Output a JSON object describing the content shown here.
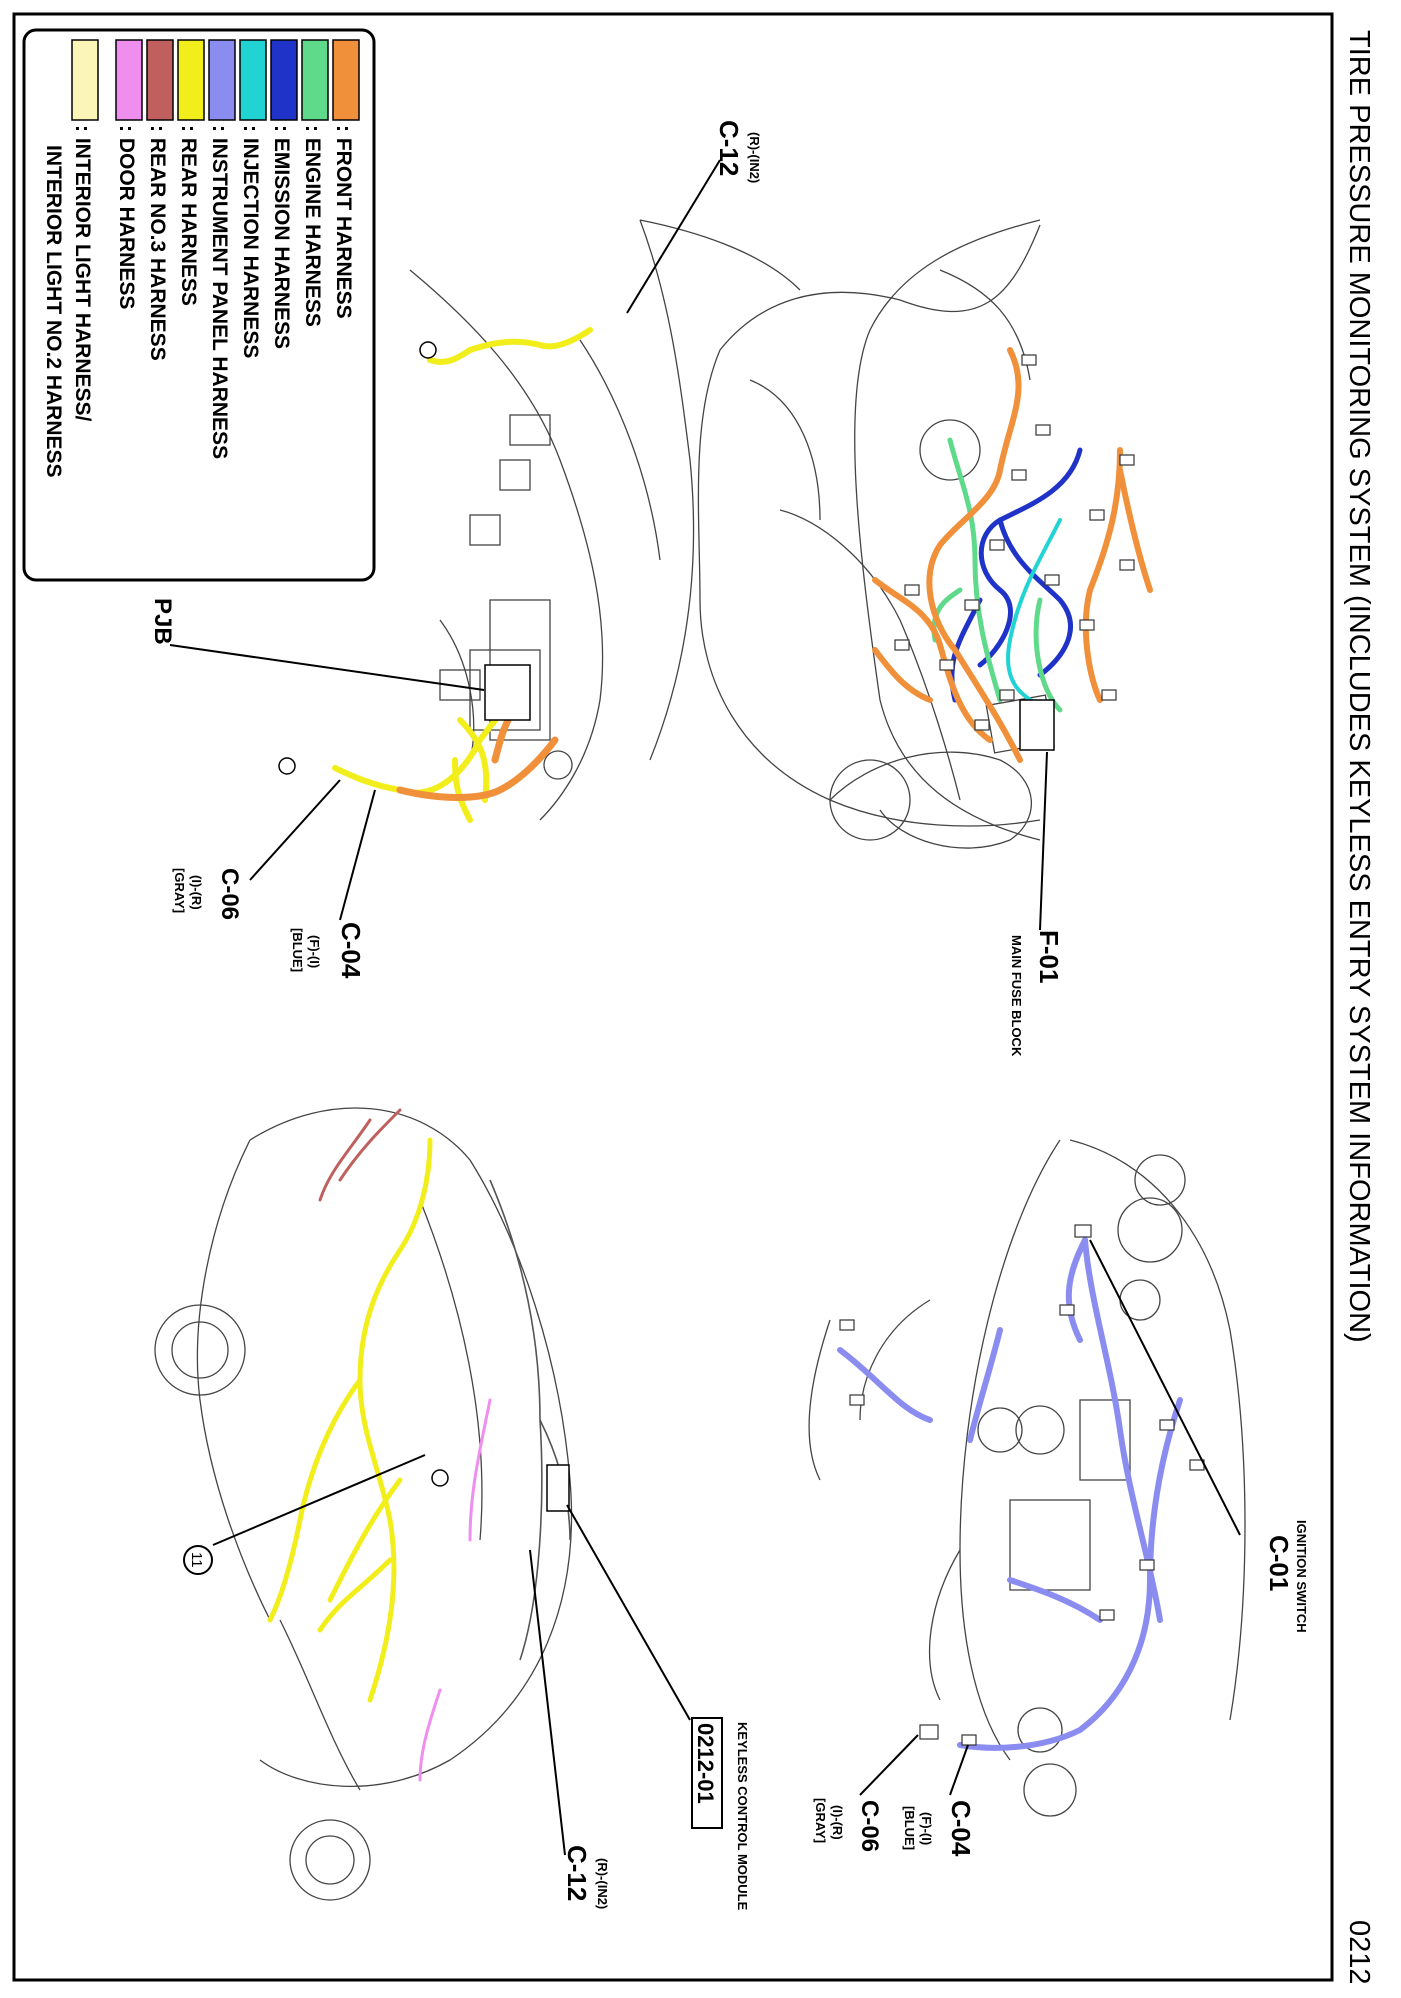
{
  "page": {
    "title": "TIRE PRESSURE MONITORING SYSTEM (INCLUDES KEYLESS ENTRY SYSTEM INFORMATION)",
    "page_number": "0212"
  },
  "legend": {
    "items": [
      {
        "label": ": FRONT HARNESS",
        "color": "#f0903a"
      },
      {
        "label": ": ENGINE HARNESS",
        "color": "#5fd98a"
      },
      {
        "label": ": EMISSION HARNESS",
        "color": "#1f33c9"
      },
      {
        "label": ": INJECTION HARNESS",
        "color": "#22d3d3"
      },
      {
        "label": ": INSTRUMENT PANEL HARNESS",
        "color": "#8b8cf0"
      },
      {
        "label": ": REAR HARNESS",
        "color": "#f2ee1c"
      },
      {
        "label": ": REAR NO.3 HARNESS",
        "color": "#c0605e"
      },
      {
        "label": ": DOOR HARNESS",
        "color": "#f08ef0"
      },
      {
        "label": ": INTERIOR LIGHT HARNESS/",
        "color": "#fbf5b8"
      },
      {
        "label": "INTERIOR LIGHT NO.2 HARNESS",
        "color": ""
      }
    ]
  },
  "callouts": {
    "c12_left": {
      "main": "C-12",
      "sub": "(R)-(IN2)"
    },
    "pjb": {
      "main": "PJB"
    },
    "c06_left": {
      "main": "C-06",
      "sub": "(I)-(R)",
      "color": "[GRAY]"
    },
    "c04_left": {
      "main": "C-04",
      "sub": "(F)-(I)",
      "color": "[BLUE]"
    },
    "f01": {
      "main": "F-01",
      "desc": "MAIN FUSE BLOCK"
    },
    "c01": {
      "main": "C-01",
      "desc": "IGNITION SWITCH"
    },
    "c06_right": {
      "main": "C-06",
      "sub": "(I)-(R)",
      "color": "[GRAY]"
    },
    "c04_right": {
      "main": "C-04",
      "sub": "(F)-(I)",
      "color": "[BLUE]"
    },
    "keyless": {
      "desc": "KEYLESS CONTROL MODULE",
      "code": "0212-01"
    },
    "c12_right": {
      "main": "C-12",
      "sub": "(R)-(IN2)"
    },
    "circle_11": {
      "main": "11"
    }
  }
}
